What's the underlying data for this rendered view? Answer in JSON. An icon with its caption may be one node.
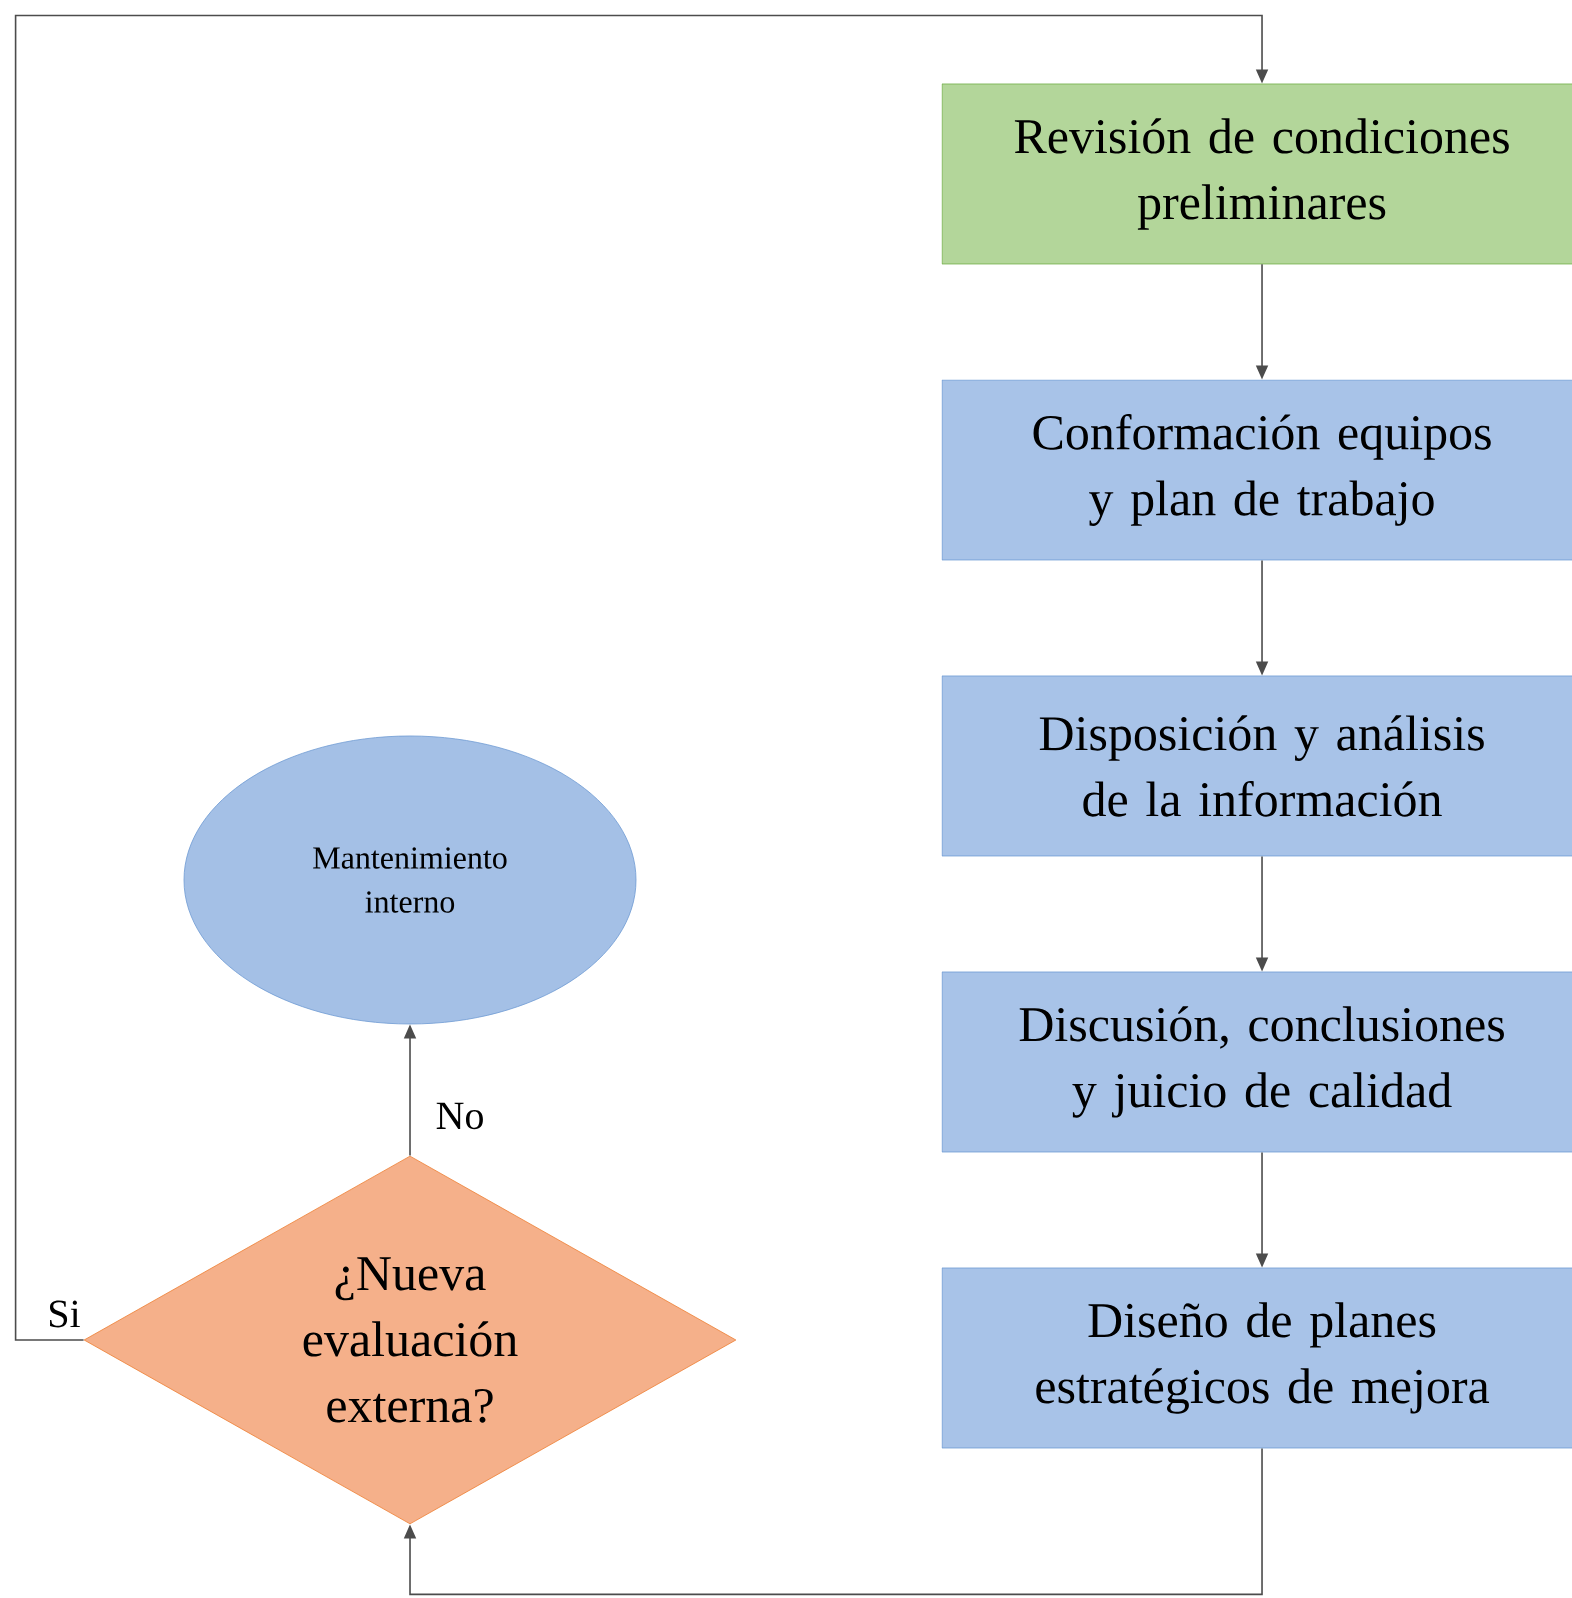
{
  "diagram": {
    "nodes": [
      {
        "text": [
          "Revisión de condiciones preliminares"
        ]
      },
      {
        "text": [
          "Conformación equipos y plan de trabajo"
        ]
      },
      {
        "text": [
          "Disposición y análisis de la información"
        ]
      },
      {
        "text": [
          "Discusión, conclusiones y juicio de calidad"
        ]
      },
      {
        "text": [
          "Diseño de planes estratégicos de mejora"
        ]
      },
      {
        "text": [
          "Mantenimiento interno"
        ]
      },
      {
        "text": [
          "¿Nueva evaluación externa?"
        ]
      }
    ],
    "edges": [
      {
        "from": 0,
        "to": 1,
        "arrow": "to"
      },
      {
        "from": 1,
        "to": 2,
        "arrow": "to"
      },
      {
        "from": 2,
        "to": 3,
        "arrow": "to"
      },
      {
        "from": 3,
        "to": 4,
        "arrow": "to"
      },
      {
        "from": 4,
        "to": 6,
        "arrow": "to"
      },
      {
        "from": 6,
        "to": 5,
        "label": "No",
        "arrow": "to"
      },
      {
        "from": 6,
        "to": 0,
        "label": "Si",
        "arrow": "to"
      }
    ]
  }
}
